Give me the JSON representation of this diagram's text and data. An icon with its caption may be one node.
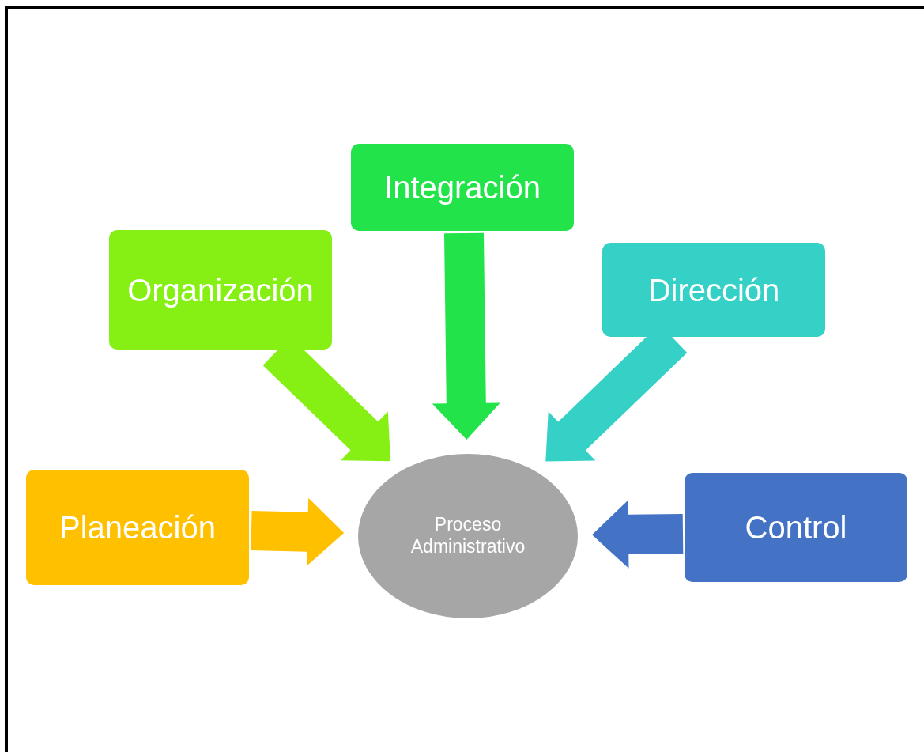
{
  "diagram": {
    "nodes": [
      {
        "text": [
          "Planeación"
        ]
      },
      {
        "text": [
          "Organización"
        ]
      },
      {
        "text": [
          "Integración"
        ]
      },
      {
        "text": [
          "Dirección"
        ]
      },
      {
        "text": [
          "Control"
        ]
      },
      {
        "text": [
          "Proceso Administrativo"
        ]
      }
    ],
    "edges": [
      {
        "from": 0,
        "to": 5,
        "arrow": "to",
        "color": "#ffc000"
      },
      {
        "from": 1,
        "to": 5,
        "arrow": "to",
        "color": "#86f015"
      },
      {
        "from": 2,
        "to": 5,
        "arrow": "to",
        "color": "#23e34a"
      },
      {
        "from": 3,
        "to": 5,
        "arrow": "to",
        "color": "#35d1c6"
      },
      {
        "from": 4,
        "to": 5,
        "arrow": "to",
        "color": "#4472c4"
      }
    ]
  }
}
